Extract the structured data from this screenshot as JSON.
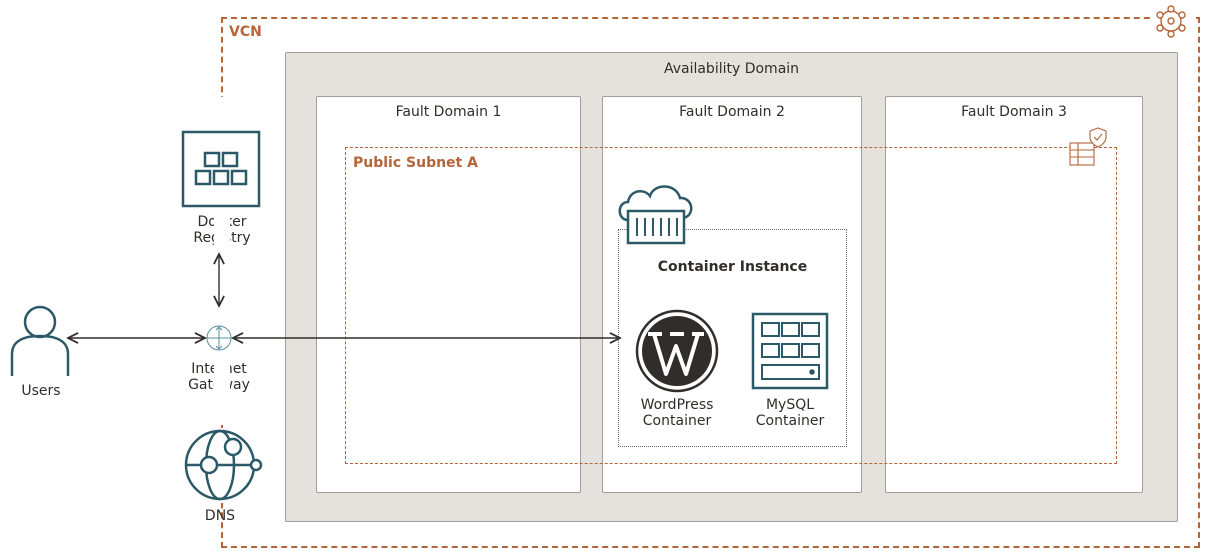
{
  "vcn": {
    "label": "VCN"
  },
  "availability_domain": {
    "label": "Availability Domain"
  },
  "fault_domains": [
    {
      "label": "Fault Domain 1"
    },
    {
      "label": "Fault Domain 2"
    },
    {
      "label": "Fault Domain 3"
    }
  ],
  "subnet": {
    "label": "Public Subnet A"
  },
  "container_instance": {
    "label": "Container Instance"
  },
  "docker_registry": {
    "line1": "Docker",
    "line2": "Registry"
  },
  "internet_gateway": {
    "line1": "Internet",
    "line2": "Gateway"
  },
  "users": {
    "label": "Users"
  },
  "dns": {
    "label": "DNS"
  },
  "wordpress": {
    "line1": "WordPress",
    "line2": "Container"
  },
  "mysql": {
    "line1": "MySQL",
    "line2": "Container"
  },
  "colors": {
    "accent": "#b5653a",
    "icon": "#2c5967",
    "domain_bg": "#e5e1dc",
    "text": "#312d2a"
  }
}
